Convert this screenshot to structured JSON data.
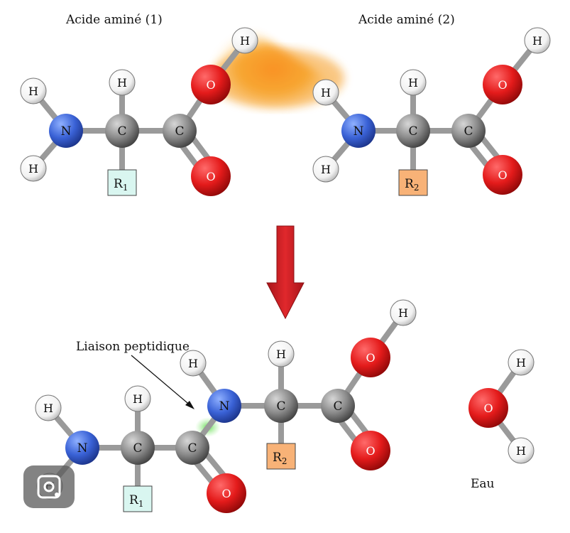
{
  "titles": {
    "amino_acid_1": "Acide aminé (1)",
    "amino_acid_2": "Acide aminé (2)"
  },
  "labels": {
    "peptide_bond": "Liaison peptidique",
    "water": "Eau"
  },
  "atoms": {
    "hydrogen": "H",
    "oxygen": "O",
    "nitrogen": "N",
    "carbon": "C"
  },
  "side_chains": {
    "r1": "R",
    "r1_sub": "1",
    "r2": "R",
    "r2_sub": "2"
  },
  "colors": {
    "hydrogen": "#f4f4f4",
    "oxygen": "#e41b1b",
    "nitrogen": "#3a62d6",
    "carbon": "#8a8a8a",
    "r1_box": "#d9f6f0",
    "r2_box": "#f8b277",
    "arrow": "#d8272b",
    "highlight_glow": "#f7a21b",
    "peptide_glow": "#6fe05a"
  },
  "icons": {
    "reaction_arrow": "down-arrow-icon",
    "lens_button": "google-lens-icon"
  }
}
